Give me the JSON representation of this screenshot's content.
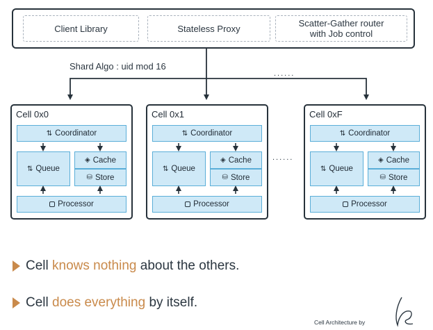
{
  "top_boxes": [
    {
      "label": "Client Library"
    },
    {
      "label": "Stateless Proxy"
    },
    {
      "label": "Scatter-Gather router\nwith Job control"
    }
  ],
  "shard_label": "Shard Algo : uid mod 16",
  "ellipsis": "......",
  "component_labels": {
    "coordinator": "Coordinator",
    "queue": "Queue",
    "cache": "Cache",
    "store": "Store",
    "processor": "Processor"
  },
  "cells": [
    {
      "title": "Cell 0x0"
    },
    {
      "title": "Cell 0x1"
    },
    {
      "title": "Cell 0xF"
    }
  ],
  "bullets": [
    {
      "prefix": "Cell ",
      "highlight": "knows nothing",
      "suffix": " about the others."
    },
    {
      "prefix": "Cell ",
      "highlight": "does everything",
      "suffix": " by itself."
    }
  ],
  "credit": "Cell Architecture by",
  "colors": {
    "accent": "#c98a4b",
    "component_fill": "#cfe9f7",
    "component_border": "#5aaed8",
    "line": "#27323b"
  },
  "icons": {
    "coordinator": "sort-arrows-icon",
    "queue": "sort-arrows-icon",
    "cache": "layers-icon",
    "store": "database-icon",
    "processor": "square-icon"
  }
}
